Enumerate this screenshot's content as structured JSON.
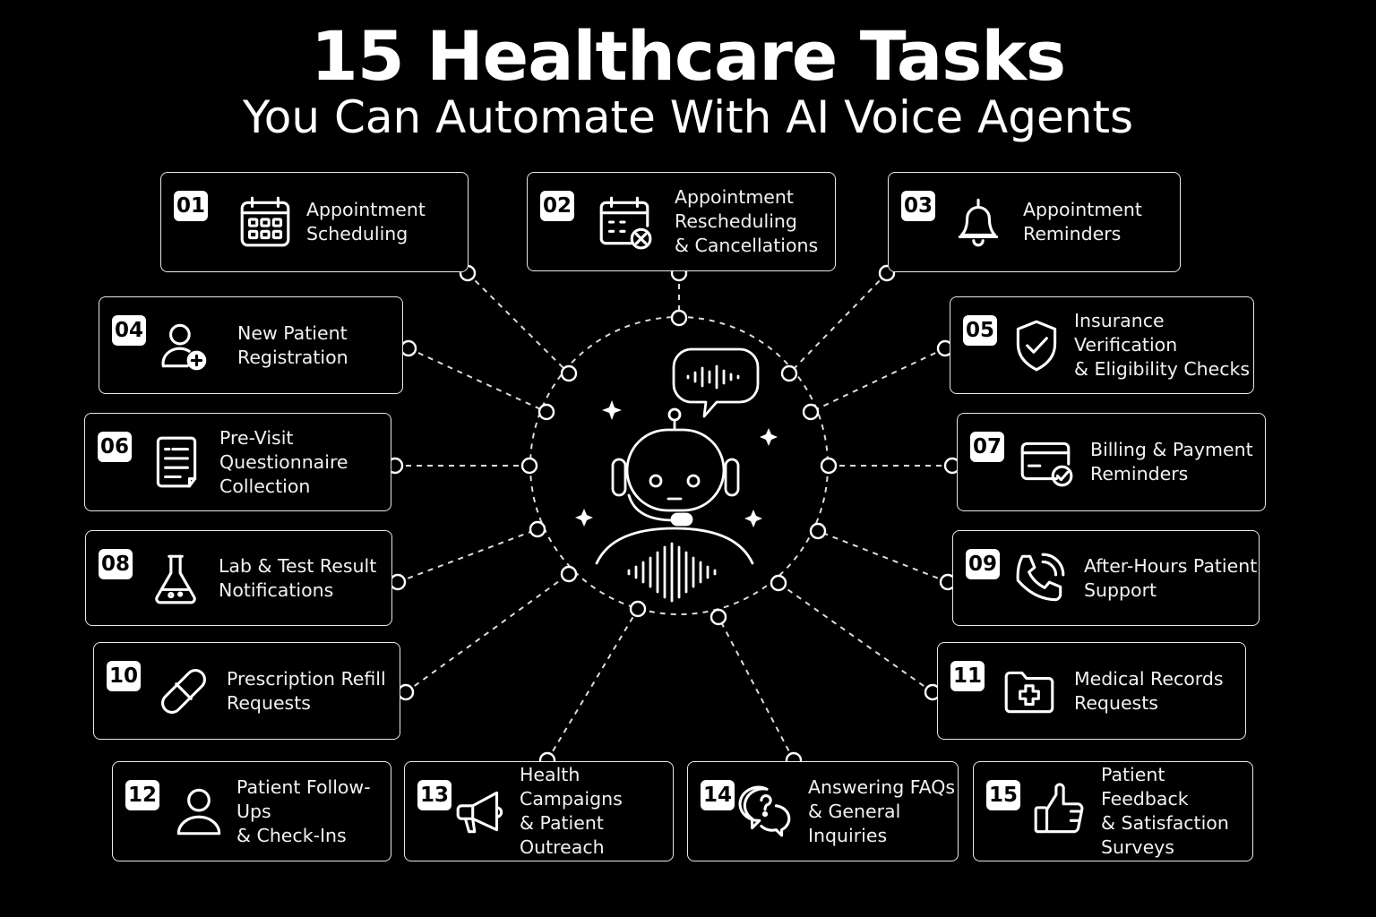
{
  "title": {
    "line1": "15 Healthcare Tasks",
    "line2": "You Can Automate With AI Voice Agents"
  },
  "colors": {
    "background": "#000000",
    "foreground": "#ffffff",
    "badge_text": "#000000"
  },
  "hub": {
    "icon": "ai-robot-headset-icon",
    "speech_icon": "soundwave-speech-bubble-icon"
  },
  "tasks": [
    {
      "num": "01",
      "lines": [
        "Appointment",
        "Scheduling"
      ],
      "icon": "calendar-icon"
    },
    {
      "num": "02",
      "lines": [
        "Appointment",
        "Rescheduling",
        "& Cancellations"
      ],
      "icon": "calendar-cancel-icon"
    },
    {
      "num": "03",
      "lines": [
        "Appointment",
        "Reminders"
      ],
      "icon": "bell-icon"
    },
    {
      "num": "04",
      "lines": [
        "New Patient",
        "Registration"
      ],
      "icon": "user-add-icon"
    },
    {
      "num": "05",
      "lines": [
        "Insurance Verification",
        "& Eligibility Checks"
      ],
      "icon": "shield-check-icon"
    },
    {
      "num": "06",
      "lines": [
        "Pre-Visit",
        "Questionnaire",
        "Collection"
      ],
      "icon": "document-icon"
    },
    {
      "num": "07",
      "lines": [
        "Billing & Payment",
        "Reminders"
      ],
      "icon": "credit-card-check-icon"
    },
    {
      "num": "08",
      "lines": [
        "Lab & Test Result",
        "Notifications"
      ],
      "icon": "flask-icon"
    },
    {
      "num": "09",
      "lines": [
        "After-Hours Patient",
        "Support"
      ],
      "icon": "phone-ringing-icon"
    },
    {
      "num": "10",
      "lines": [
        "Prescription Refill",
        "Requests"
      ],
      "icon": "pill-icon"
    },
    {
      "num": "11",
      "lines": [
        "Medical Records",
        "Requests"
      ],
      "icon": "medical-folder-icon"
    },
    {
      "num": "12",
      "lines": [
        "Patient Follow-Ups",
        "& Check-Ins"
      ],
      "icon": "user-icon"
    },
    {
      "num": "13",
      "lines": [
        "Health Campaigns",
        "& Patient",
        "Outreach"
      ],
      "icon": "megaphone-icon"
    },
    {
      "num": "14",
      "lines": [
        "Answering FAQs",
        "& General",
        "Inquiries"
      ],
      "icon": "question-chat-icon"
    },
    {
      "num": "15",
      "lines": [
        "Patient Feedback",
        "& Satisfaction",
        "Surveys"
      ],
      "icon": "thumbs-up-icon"
    }
  ]
}
